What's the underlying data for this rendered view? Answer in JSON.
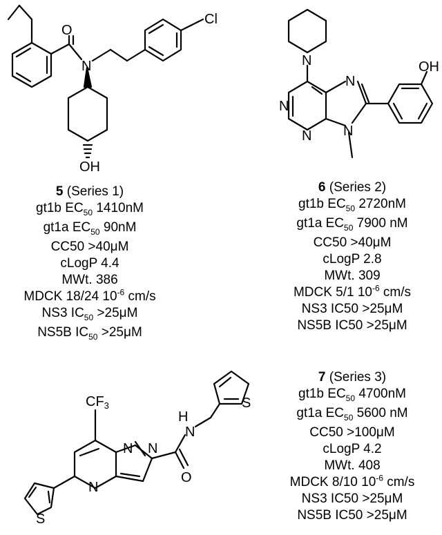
{
  "compounds": [
    {
      "id": "5",
      "series": "(Series 1)",
      "gt1b": {
        "label": "gt1b EC",
        "sub": "50",
        "value": "1410nM"
      },
      "gt1a": {
        "label": "gt1a EC",
        "sub": "50",
        "value": "90nM"
      },
      "cc50": "CC50 >40μM",
      "clogp": "cLogP 4.4",
      "mwt": "MWt. 386",
      "mdck": {
        "pre": "MDCK 18/24 10",
        "sup": "-6",
        "post": " cm/s"
      },
      "ns3": {
        "label": "NS3 IC",
        "sub": "50",
        "value": " >25μM"
      },
      "ns5b": {
        "label": "NS5B IC",
        "sub": "50",
        "value": " >25μM"
      },
      "atoms": {
        "o": "O",
        "n": "N",
        "cl": "Cl",
        "oh": "OH"
      }
    },
    {
      "id": "6",
      "series": "(Series 2)",
      "gt1b": {
        "label": "gt1b EC",
        "sub": "50",
        "value": "2720nM"
      },
      "gt1a": {
        "label": "gt1a EC",
        "sub": "50",
        "value": "7900 nM"
      },
      "cc50": "CC50 >40μM",
      "clogp": "cLogP 2.8",
      "mwt": "MWt. 309",
      "mdck": {
        "pre": "MDCK 5/1 10",
        "sup": "-6",
        "post": " cm/s"
      },
      "ns3": "NS3 IC50 >25μM",
      "ns5b": "NS5B IC50 >25μM",
      "atoms": {
        "n": "N",
        "oh": "OH"
      }
    },
    {
      "id": "7",
      "series": "(Series 3)",
      "gt1b": {
        "label": "gt1b EC",
        "sub": "50",
        "value": "4700nM"
      },
      "gt1a": {
        "label": "gt1a EC",
        "sub": "50",
        "value": "5600 nM"
      },
      "cc50": "CC50 >100μM",
      "clogp": "cLogP 4.2",
      "mwt": "MWt. 408",
      "mdck": {
        "pre": "MDCK 8/10 10",
        "sup": "-6",
        "post": " cm/s"
      },
      "ns3": "NS3 IC50 >25μM",
      "ns5b": "NS5B IC50 >25μM",
      "atoms": {
        "cf3": "CF",
        "cf3_sub": "3",
        "n": "N",
        "h": "H",
        "o": "O",
        "s": "S"
      }
    }
  ]
}
